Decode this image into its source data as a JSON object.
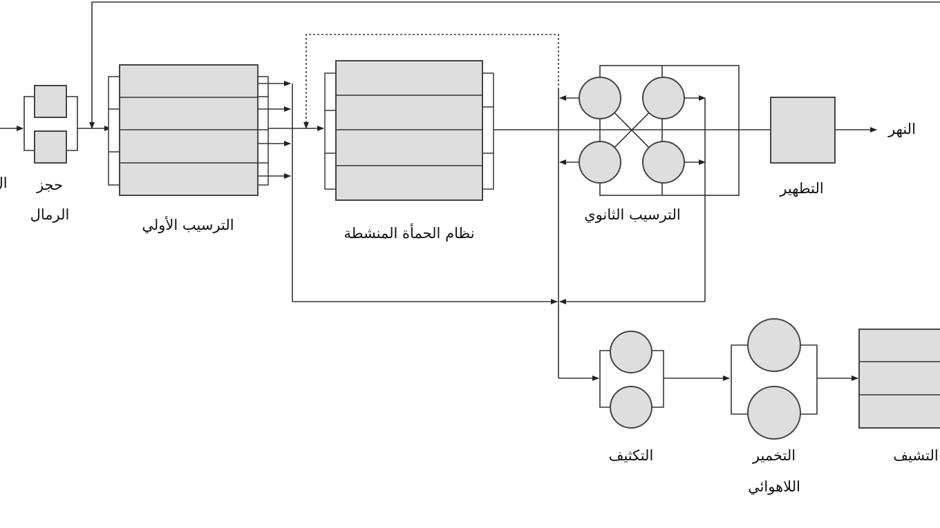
{
  "diagram": {
    "labels": {
      "inlet_partial": "ال",
      "grit_removal_1": "حجز",
      "grit_removal_2": "الرمال",
      "primary_settling": "الترسيب الأولي",
      "activated_sludge": "نظام الحمأة المنشطة",
      "secondary_settling": "الترسيب الثانوي",
      "disinfection": "التطهير",
      "river": "النهر",
      "thickening": "التكثيف",
      "anaerobic_digestion_1": "التخمير",
      "anaerobic_digestion_2": "اللاهوائي",
      "dewatering_partial": "التشيف"
    },
    "colors": {
      "unit_fill": "#dedede",
      "line": "#333333"
    }
  }
}
